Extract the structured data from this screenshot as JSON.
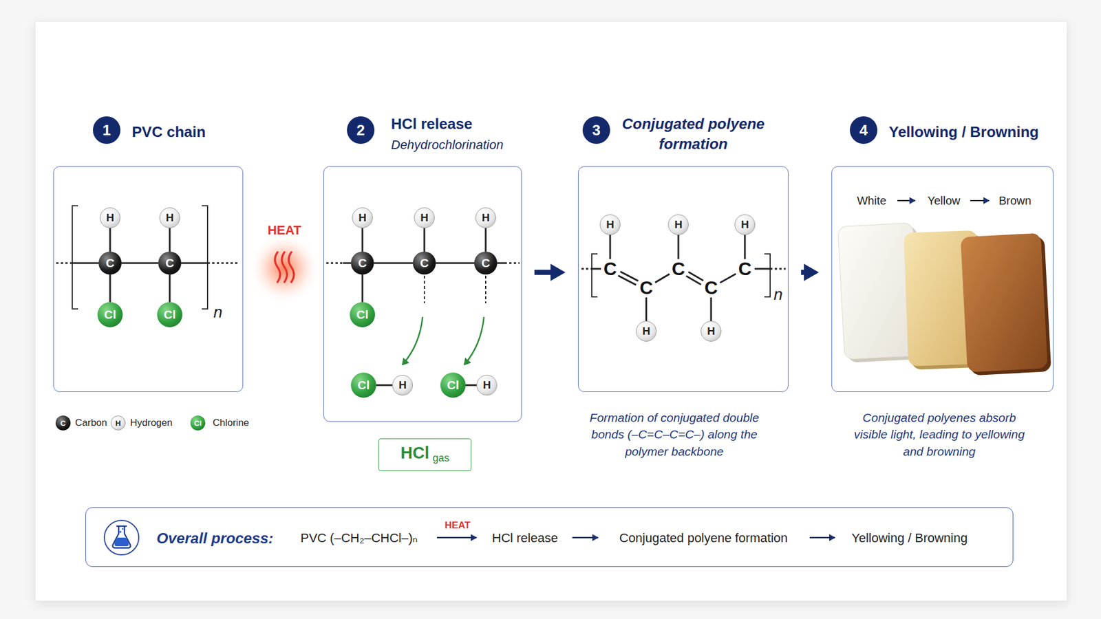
{
  "diagram": {
    "nodes": [
      {
        "text": [
          "PVC chain"
        ]
      },
      {
        "text": [
          "HCl release",
          "Dehydrochlorination"
        ]
      },
      {
        "text": [
          "HCl",
          "gas"
        ]
      },
      {
        "text": [
          "Conjugated polyene formation"
        ]
      },
      {
        "text": [
          "Yellowing / Browning"
        ]
      },
      {
        "text": [
          "Overall process:",
          "PVC (–CH₂–CHCl–)ₙ",
          "HEAT",
          "HCl release",
          "Conjugated polyene formation",
          "Yellowing / Browning"
        ]
      }
    ],
    "edges": [
      {
        "from": 1,
        "to": 3,
        "arrow": "to"
      },
      {
        "from": 3,
        "to": 4,
        "arrow": "to"
      }
    ],
    "labels": [
      "1",
      "2",
      "3",
      "4",
      "H",
      "H",
      "C",
      "C",
      "Cl",
      "Cl",
      "n",
      "C",
      "H",
      "Cl",
      "HEAT",
      "H",
      "H",
      "H",
      "C",
      "C",
      "C",
      "Cl",
      "Cl",
      "H",
      "Cl",
      "H",
      "H",
      "H",
      "H",
      "C",
      "C",
      "C",
      "C",
      "C",
      "H",
      "H",
      "n",
      "Formation of conjugated double bonds (–C=C–C=C–) along the polymer backbone",
      "White",
      "Yellow",
      "Brown",
      "Conjugated polyenes absorb visible light, leading to yellowing and browning"
    ],
    "legend": [
      {
        "text": "Carbon"
      },
      {
        "text": "Hydrogen"
      },
      {
        "text": "Chlorine"
      }
    ]
  }
}
